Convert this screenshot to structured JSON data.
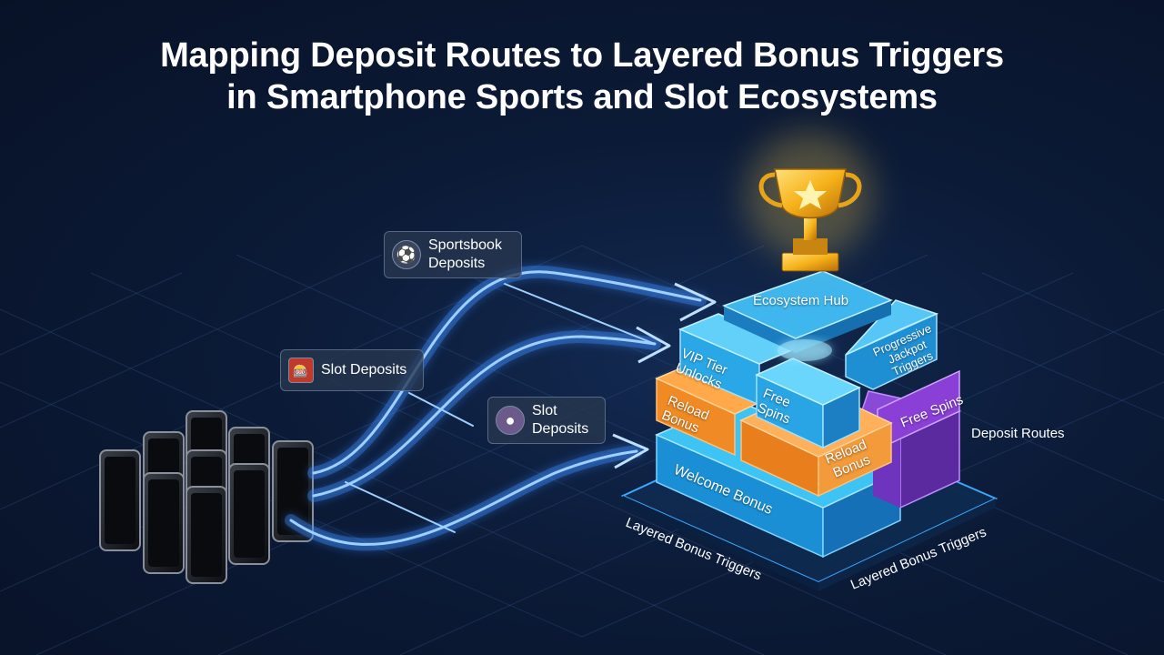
{
  "title": {
    "line1": "Mapping Deposit Routes to Layered Bonus Triggers",
    "line2": "in Smartphone Sports and Slot Ecosystems"
  },
  "chips": [
    {
      "text": "Sportsbook\nDeposits",
      "icon": "soccer-ball-icon"
    },
    {
      "text": "Slot Deposits",
      "icon": "slot-machine-icon"
    },
    {
      "text": "Slot\nDeposits",
      "icon": "casino-chip-icon"
    }
  ],
  "stack": {
    "hub": "Ecosystem Hub",
    "vip": "VIP Tier\nUnlocks",
    "progressive": "Progressive\nJackpot\nTriggers",
    "reload_left": "Reload\nBonus",
    "free_spins_center": "Free\nSpins",
    "free_spins_right": "Free Spins",
    "reload_center": "Reload\nBonus",
    "welcome": "Welcome Bonus"
  },
  "labels": {
    "deposit_routes": "Deposit Routes",
    "layered_left": "Layered Bonus Triggers",
    "layered_right": "Layered Bonus Triggers"
  },
  "colors": {
    "cyan": "#2aa7e6",
    "orange": "#f08a24",
    "purple": "#8a3fd6",
    "gold": "#f6b21a",
    "route_glow": "#3d8bff"
  }
}
